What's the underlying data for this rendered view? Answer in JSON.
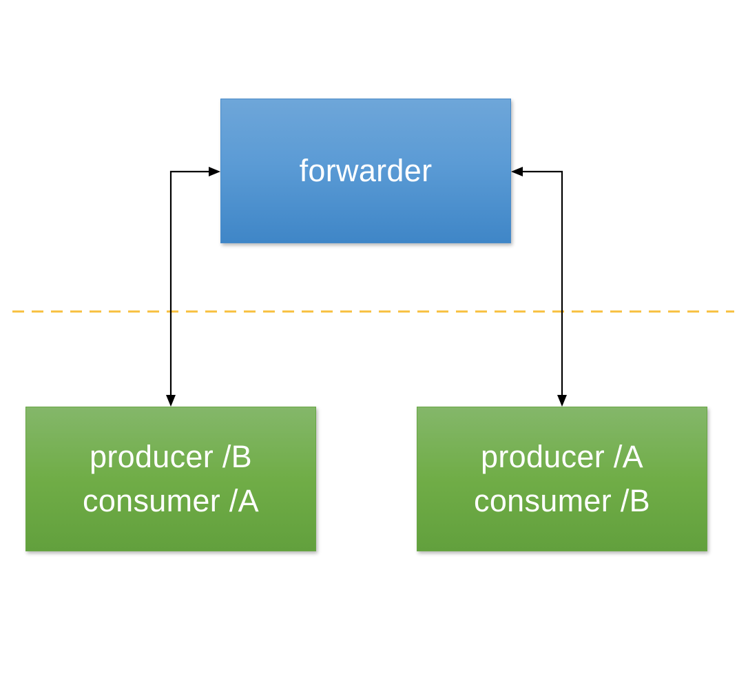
{
  "nodes": {
    "forwarder": {
      "label": "forwarder",
      "color": "#5b9bd5"
    },
    "left": {
      "lines": [
        "producer /B",
        "consumer /A"
      ],
      "color": "#70ad47"
    },
    "right": {
      "lines": [
        "producer /A",
        "consumer /B"
      ],
      "color": "#70ad47"
    }
  },
  "edges": [
    {
      "from": "left",
      "to": "forwarder",
      "direction": "bidirectional"
    },
    {
      "from": "right",
      "to": "forwarder",
      "direction": "bidirectional"
    }
  ],
  "divider": {
    "style": "dashed",
    "color": "#f7bf3e"
  },
  "arrow_color": "#000000"
}
